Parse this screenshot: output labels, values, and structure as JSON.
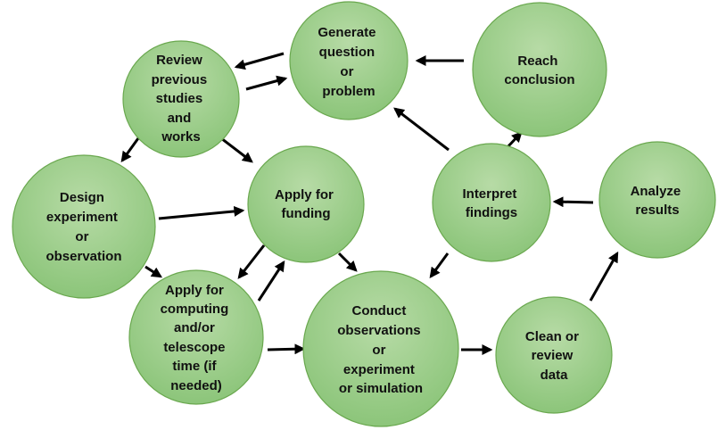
{
  "colors": {
    "node_fill_light": "#b7dba6",
    "node_fill_dark": "#8cc57a",
    "node_stroke": "#6aa84f",
    "arrow": "#000000",
    "text": "#111111"
  },
  "nodes": [
    {
      "id": "generate",
      "lines": [
        "Generate",
        "question",
        "or",
        "problem"
      ]
    },
    {
      "id": "review",
      "lines": [
        "Review",
        "previous",
        "studies",
        "and",
        "works"
      ]
    },
    {
      "id": "reach",
      "lines": [
        "Reach",
        "conclusion"
      ]
    },
    {
      "id": "design",
      "lines": [
        "Design",
        "experiment",
        "or",
        "observation"
      ]
    },
    {
      "id": "funding",
      "lines": [
        "Apply for",
        "funding"
      ]
    },
    {
      "id": "interpret",
      "lines": [
        "Interpret",
        "findings"
      ]
    },
    {
      "id": "analyze",
      "lines": [
        "Analyze",
        "results"
      ]
    },
    {
      "id": "computing",
      "lines": [
        "Apply for",
        "computing",
        "and/or",
        "telescope",
        "time (if",
        "needed)"
      ]
    },
    {
      "id": "conduct",
      "lines": [
        "Conduct",
        "observations",
        "or",
        "experiment",
        "or simulation"
      ]
    },
    {
      "id": "clean",
      "lines": [
        "Clean or",
        "review",
        "data"
      ]
    }
  ],
  "edges": [
    {
      "from": "generate",
      "to": "review"
    },
    {
      "from": "review",
      "to": "generate"
    },
    {
      "from": "reach",
      "to": "generate"
    },
    {
      "from": "review",
      "to": "design"
    },
    {
      "from": "review",
      "to": "funding"
    },
    {
      "from": "design",
      "to": "funding"
    },
    {
      "from": "design",
      "to": "computing"
    },
    {
      "from": "funding",
      "to": "computing"
    },
    {
      "from": "computing",
      "to": "funding"
    },
    {
      "from": "funding",
      "to": "conduct"
    },
    {
      "from": "computing",
      "to": "conduct"
    },
    {
      "from": "conduct",
      "to": "clean"
    },
    {
      "from": "clean",
      "to": "analyze"
    },
    {
      "from": "analyze",
      "to": "interpret"
    },
    {
      "from": "interpret",
      "to": "reach"
    },
    {
      "from": "interpret",
      "to": "generate"
    },
    {
      "from": "interpret",
      "to": "conduct"
    }
  ]
}
